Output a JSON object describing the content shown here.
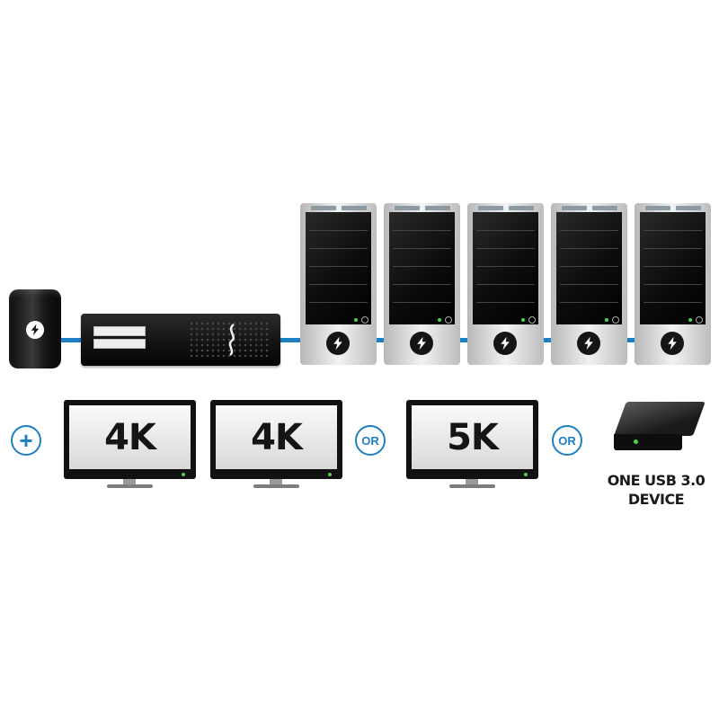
{
  "monitors": [
    {
      "label": "4K"
    },
    {
      "label": "4K"
    },
    {
      "label": "5K"
    }
  ],
  "operators": {
    "plus": "+",
    "or_1": "OR",
    "or_2": "OR"
  },
  "usb_device": {
    "line1": "ONE USB 3.0",
    "line2": "DEVICE"
  },
  "tower_count": 5,
  "colors": {
    "cable": "#1d7fc4",
    "accent": "#1d7fc4",
    "led": "#4cd34c"
  },
  "icons": {
    "host": "thunderbolt-icon",
    "tower": "thunderbolt-icon"
  }
}
